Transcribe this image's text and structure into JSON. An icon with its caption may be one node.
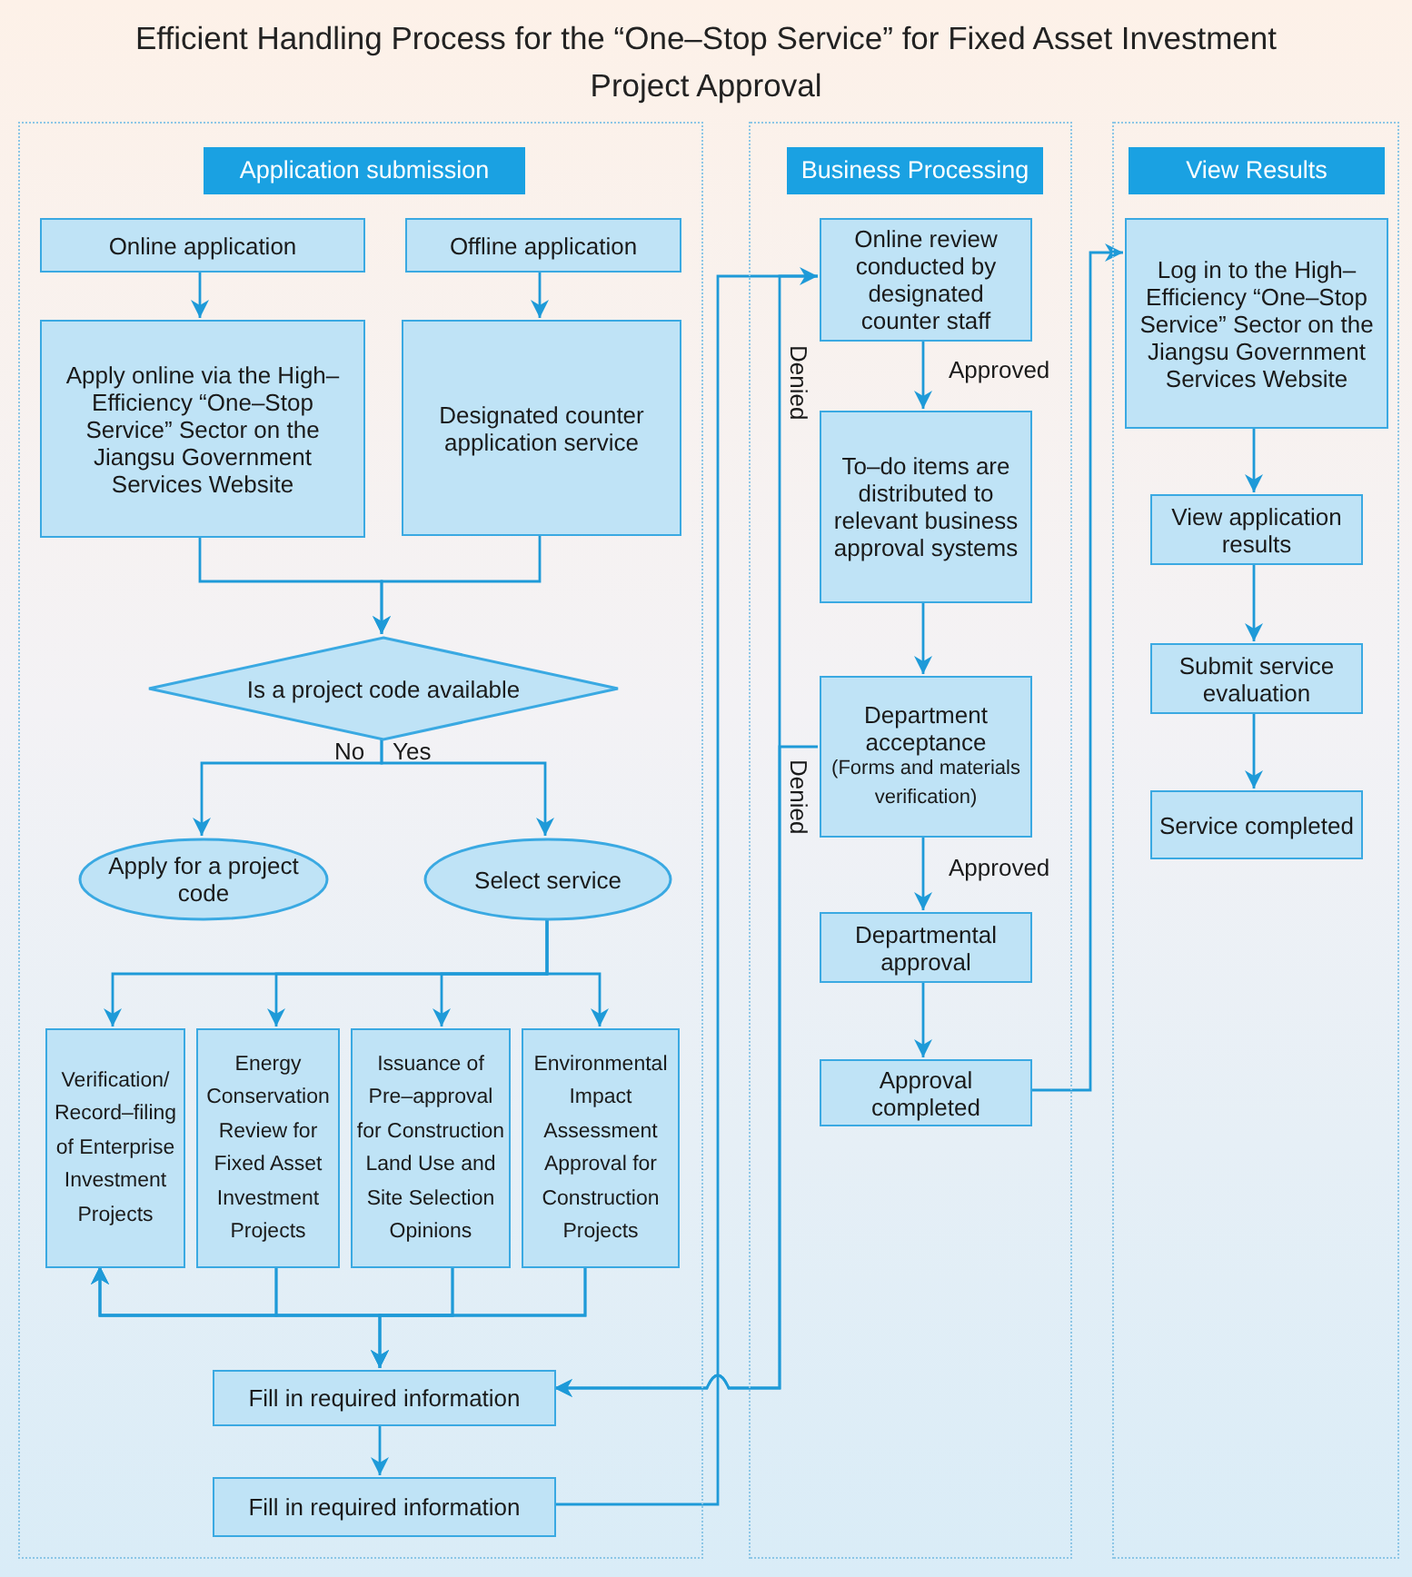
{
  "diagram": {
    "title": "Efficient Handling Process for the “One–Stop Service” for Fixed Asset Investment Project Approval",
    "nodes": [
      {
        "text": [
          "Application submission"
        ]
      },
      {
        "text": [
          "Online application"
        ],
        "in": 0
      },
      {
        "text": [
          "Offline application"
        ],
        "in": 0
      },
      {
        "text": [
          "Apply online via the High–Efficiency “One–Stop Service” Sector on the Jiangsu Government Services Website"
        ],
        "in": 0
      },
      {
        "text": [
          "Designated counter application service"
        ],
        "in": 0
      },
      {
        "text": [
          "Is a project code available"
        ],
        "in": 0
      },
      {
        "text": [
          "Apply for a project code"
        ],
        "in": 0
      },
      {
        "text": [
          "Select service"
        ],
        "in": 0
      },
      {
        "text": [
          "Verification/ Record–filing of Enterprise Investment Projects"
        ],
        "in": 0
      },
      {
        "text": [
          "Energy Conservation Review for Fixed Asset Investment Projects"
        ],
        "in": 0
      },
      {
        "text": [
          "Issuance of Pre–approval for Construction Land Use and Site Selection Opinions"
        ],
        "in": 0
      },
      {
        "text": [
          "Environmental Impact Assessment Approval for Construction Projects"
        ],
        "in": 0
      },
      {
        "text": [
          "Fill in required information"
        ],
        "in": 0
      },
      {
        "text": [
          "Fill in required information"
        ],
        "in": 0
      },
      {
        "text": [
          "Business Processing"
        ]
      },
      {
        "text": [
          "Online review conducted by designated counter staff"
        ],
        "in": 14
      },
      {
        "text": [
          "To–do items are distributed to relevant business approval systems"
        ],
        "in": 14
      },
      {
        "text": [
          "Department acceptance",
          "(Forms and materials verification)"
        ],
        "in": 14
      },
      {
        "text": [
          "Departmental approval"
        ],
        "in": 14
      },
      {
        "text": [
          "Approval completed"
        ],
        "in": 14
      },
      {
        "text": [
          "View Results"
        ]
      },
      {
        "text": [
          "Log in to the High–Efficiency “One–Stop Service” Sector on the Jiangsu Government Services Website"
        ],
        "in": 20
      },
      {
        "text": [
          "View application results"
        ],
        "in": 20
      },
      {
        "text": [
          "Submit service evaluation"
        ],
        "in": 20
      },
      {
        "text": [
          "Service completed"
        ],
        "in": 20
      }
    ],
    "edges": [
      {
        "from": 1,
        "to": 3,
        "arrow": "to"
      },
      {
        "from": 2,
        "to": 4,
        "arrow": "to"
      },
      {
        "from": 3,
        "to": 5,
        "arrow": "to"
      },
      {
        "from": 4,
        "to": 5,
        "arrow": "to"
      },
      {
        "from": 5,
        "to": 6,
        "arrow": "to",
        "label": "No"
      },
      {
        "from": 5,
        "to": 7,
        "arrow": "to",
        "label": "Yes"
      },
      {
        "from": 7,
        "to": 8,
        "arrow": "to"
      },
      {
        "from": 7,
        "to": 9,
        "arrow": "to"
      },
      {
        "from": 7,
        "to": 10,
        "arrow": "to"
      },
      {
        "from": 7,
        "to": 11,
        "arrow": "to"
      },
      {
        "from": 9,
        "to": 8,
        "arrow": "to"
      },
      {
        "from": 10,
        "to": 8,
        "arrow": "to"
      },
      {
        "from": 11,
        "to": 8,
        "arrow": "to"
      },
      {
        "from": 9,
        "to": 12,
        "arrow": "to"
      },
      {
        "from": 10,
        "to": 12,
        "arrow": "to"
      },
      {
        "from": 11,
        "to": 12,
        "arrow": "to"
      },
      {
        "from": 12,
        "to": 13,
        "arrow": "to"
      },
      {
        "from": 13,
        "to": 15,
        "arrow": "to"
      },
      {
        "from": 15,
        "to": 12,
        "arrow": "to",
        "label": "Denied"
      },
      {
        "from": 17,
        "to": 12,
        "arrow": "to",
        "label": "Denied"
      },
      {
        "from": 15,
        "to": 16,
        "arrow": "to",
        "label": "Approved"
      },
      {
        "from": 16,
        "to": 17,
        "arrow": "to"
      },
      {
        "from": 17,
        "to": 18,
        "arrow": "to",
        "label": "Approved"
      },
      {
        "from": 18,
        "to": 19,
        "arrow": "to"
      },
      {
        "from": 19,
        "to": 21,
        "arrow": "to"
      },
      {
        "from": 21,
        "to": 22,
        "arrow": "to"
      },
      {
        "from": 22,
        "to": 23,
        "arrow": "to"
      },
      {
        "from": 23,
        "to": 24,
        "arrow": "to"
      }
    ]
  }
}
